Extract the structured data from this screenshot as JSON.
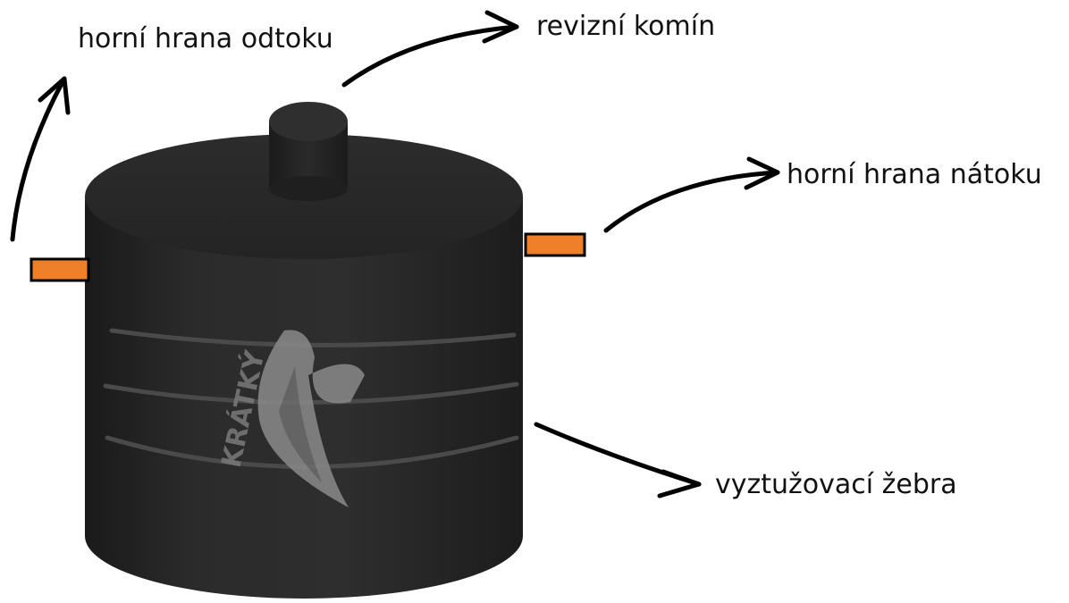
{
  "labels": {
    "outflow_top_edge": "horní hrana odtoku",
    "inspection_chimney": "revizní komín",
    "inflow_top_edge": "horní hrana nátoku",
    "reinforcing_ribs": "vyztužovací žebra"
  },
  "watermark": {
    "text": "KRÁTKÝ"
  },
  "colors": {
    "tank_body": "#2a2a2a",
    "pipe_fill": "#f07f2a",
    "pipe_border": "#000000",
    "arrow": "#000000",
    "text": "#111111",
    "background": "#ffffff"
  }
}
